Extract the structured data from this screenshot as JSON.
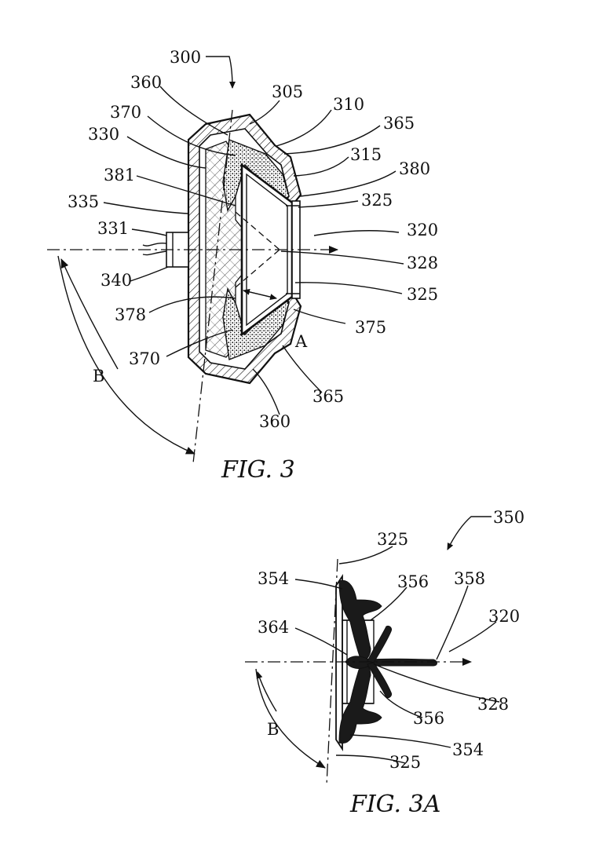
{
  "figures": [
    {
      "caption": "FIG. 3",
      "labels": [
        "300",
        "360",
        "305",
        "310",
        "365",
        "370",
        "330",
        "315",
        "380",
        "381",
        "325",
        "335",
        "320",
        "331",
        "328",
        "340",
        "325",
        "378",
        "375",
        "A",
        "370",
        "B",
        "365",
        "360"
      ]
    },
    {
      "caption": "FIG. 3A",
      "labels": [
        "350",
        "325",
        "354",
        "356",
        "358",
        "320",
        "364",
        "328",
        "356",
        "B",
        "354",
        "325"
      ]
    }
  ],
  "colors": {
    "ink": "#111111",
    "background": "#ffffff"
  }
}
